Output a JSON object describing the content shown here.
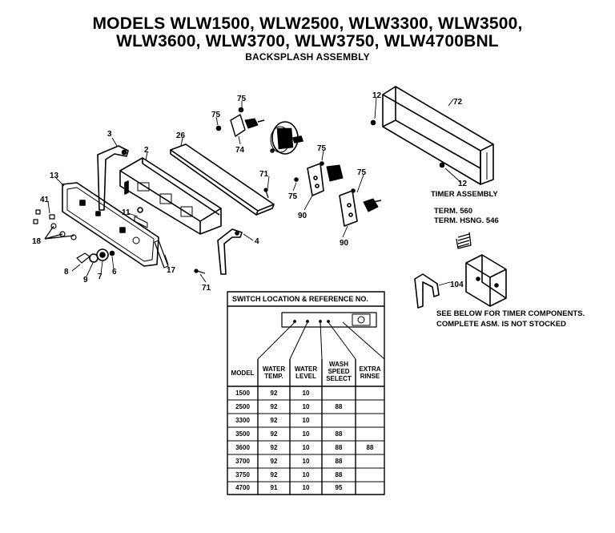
{
  "header": {
    "line1": "MODELS WLW1500, WLW2500, WLW3300, WLW3500,",
    "line2": "WLW3600, WLW3700, WLW3750, WLW4700BNL",
    "line3": "BACKSPLASH ASSEMBLY"
  },
  "labels": {
    "timer_assembly": "TIMER ASSEMBLY",
    "term_560": "TERM. 560",
    "term_hsng": "TERM. HSNG. 546",
    "see_below": "SEE BELOW FOR TIMER COMPONENTS.",
    "not_stocked": "COMPLETE ASM. IS NOT STOCKED"
  },
  "callouts": {
    "c3": "3",
    "c26": "26",
    "c2": "2",
    "c13": "13",
    "c41": "41",
    "c18": "18",
    "c11": "11",
    "c8": "8",
    "c9": "9",
    "c7": "7",
    "c6": "6",
    "c17": "17",
    "c71a": "71",
    "c4": "4",
    "c71b": "71",
    "c75a": "75",
    "c75b": "75",
    "c74": "74",
    "c75c": "75",
    "c75d": "75",
    "c75e": "75",
    "c90a": "90",
    "c90b": "90",
    "c12a": "12",
    "c72": "72",
    "c12b": "12",
    "c104": "104"
  },
  "table": {
    "title": "SWITCH LOCATION & REFERENCE NO.",
    "columns": [
      "MODEL",
      "WATER\nTEMP.",
      "WATER\nLEVEL",
      "WASH\nSPEED\nSELECT",
      "EXTRA\nRINSE"
    ],
    "rows": [
      [
        "1500",
        "92",
        "10",
        "",
        ""
      ],
      [
        "2500",
        "92",
        "10",
        "88",
        ""
      ],
      [
        "3300",
        "92",
        "10",
        "",
        ""
      ],
      [
        "3500",
        "92",
        "10",
        "88",
        ""
      ],
      [
        "3600",
        "92",
        "10",
        "88",
        "88"
      ],
      [
        "3700",
        "92",
        "10",
        "88",
        ""
      ],
      [
        "3750",
        "92",
        "10",
        "88",
        ""
      ],
      [
        "4700",
        "91",
        "10",
        "95",
        ""
      ]
    ]
  }
}
